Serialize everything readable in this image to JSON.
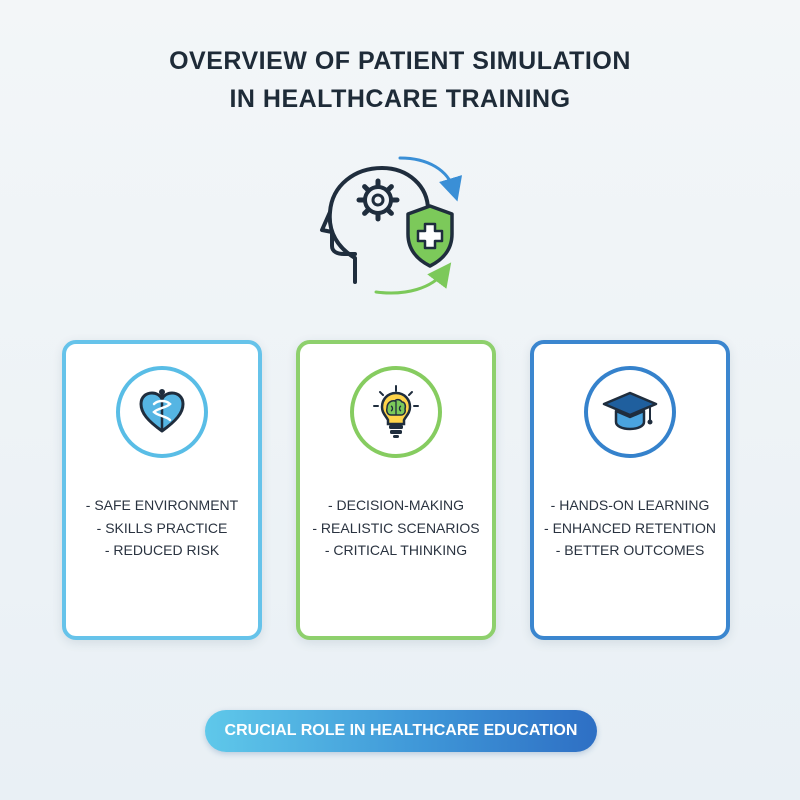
{
  "title": {
    "line1": "OVERVIEW OF PATIENT SIMULATION",
    "line2": "IN HEALTHCARE TRAINING"
  },
  "hero": {
    "icons": [
      "head-profile-icon",
      "gear-icon",
      "shield-cross-icon",
      "cycle-arrows-icon"
    ]
  },
  "cards": [
    {
      "icon": "heart-caduceus-icon",
      "color": "#66c3ea",
      "items": [
        "- SAFE ENVIRONMENT",
        "- SKILLS PRACTICE",
        "- REDUCED RISK"
      ]
    },
    {
      "icon": "brain-lightbulb-icon",
      "color": "#8ed06d",
      "items": [
        "- DECISION-MAKING",
        "- REALISTIC SCENARIOS",
        "- CRITICAL THINKING"
      ]
    },
    {
      "icon": "graduation-cap-icon",
      "color": "#3b86cf",
      "items": [
        "- HANDS-ON LEARNING",
        "- ENHANCED RETENTION",
        "- BETTER OUTCOMES"
      ]
    }
  ],
  "footer": {
    "label": "CRUCIAL ROLE IN HEALTHCARE EDUCATION"
  }
}
